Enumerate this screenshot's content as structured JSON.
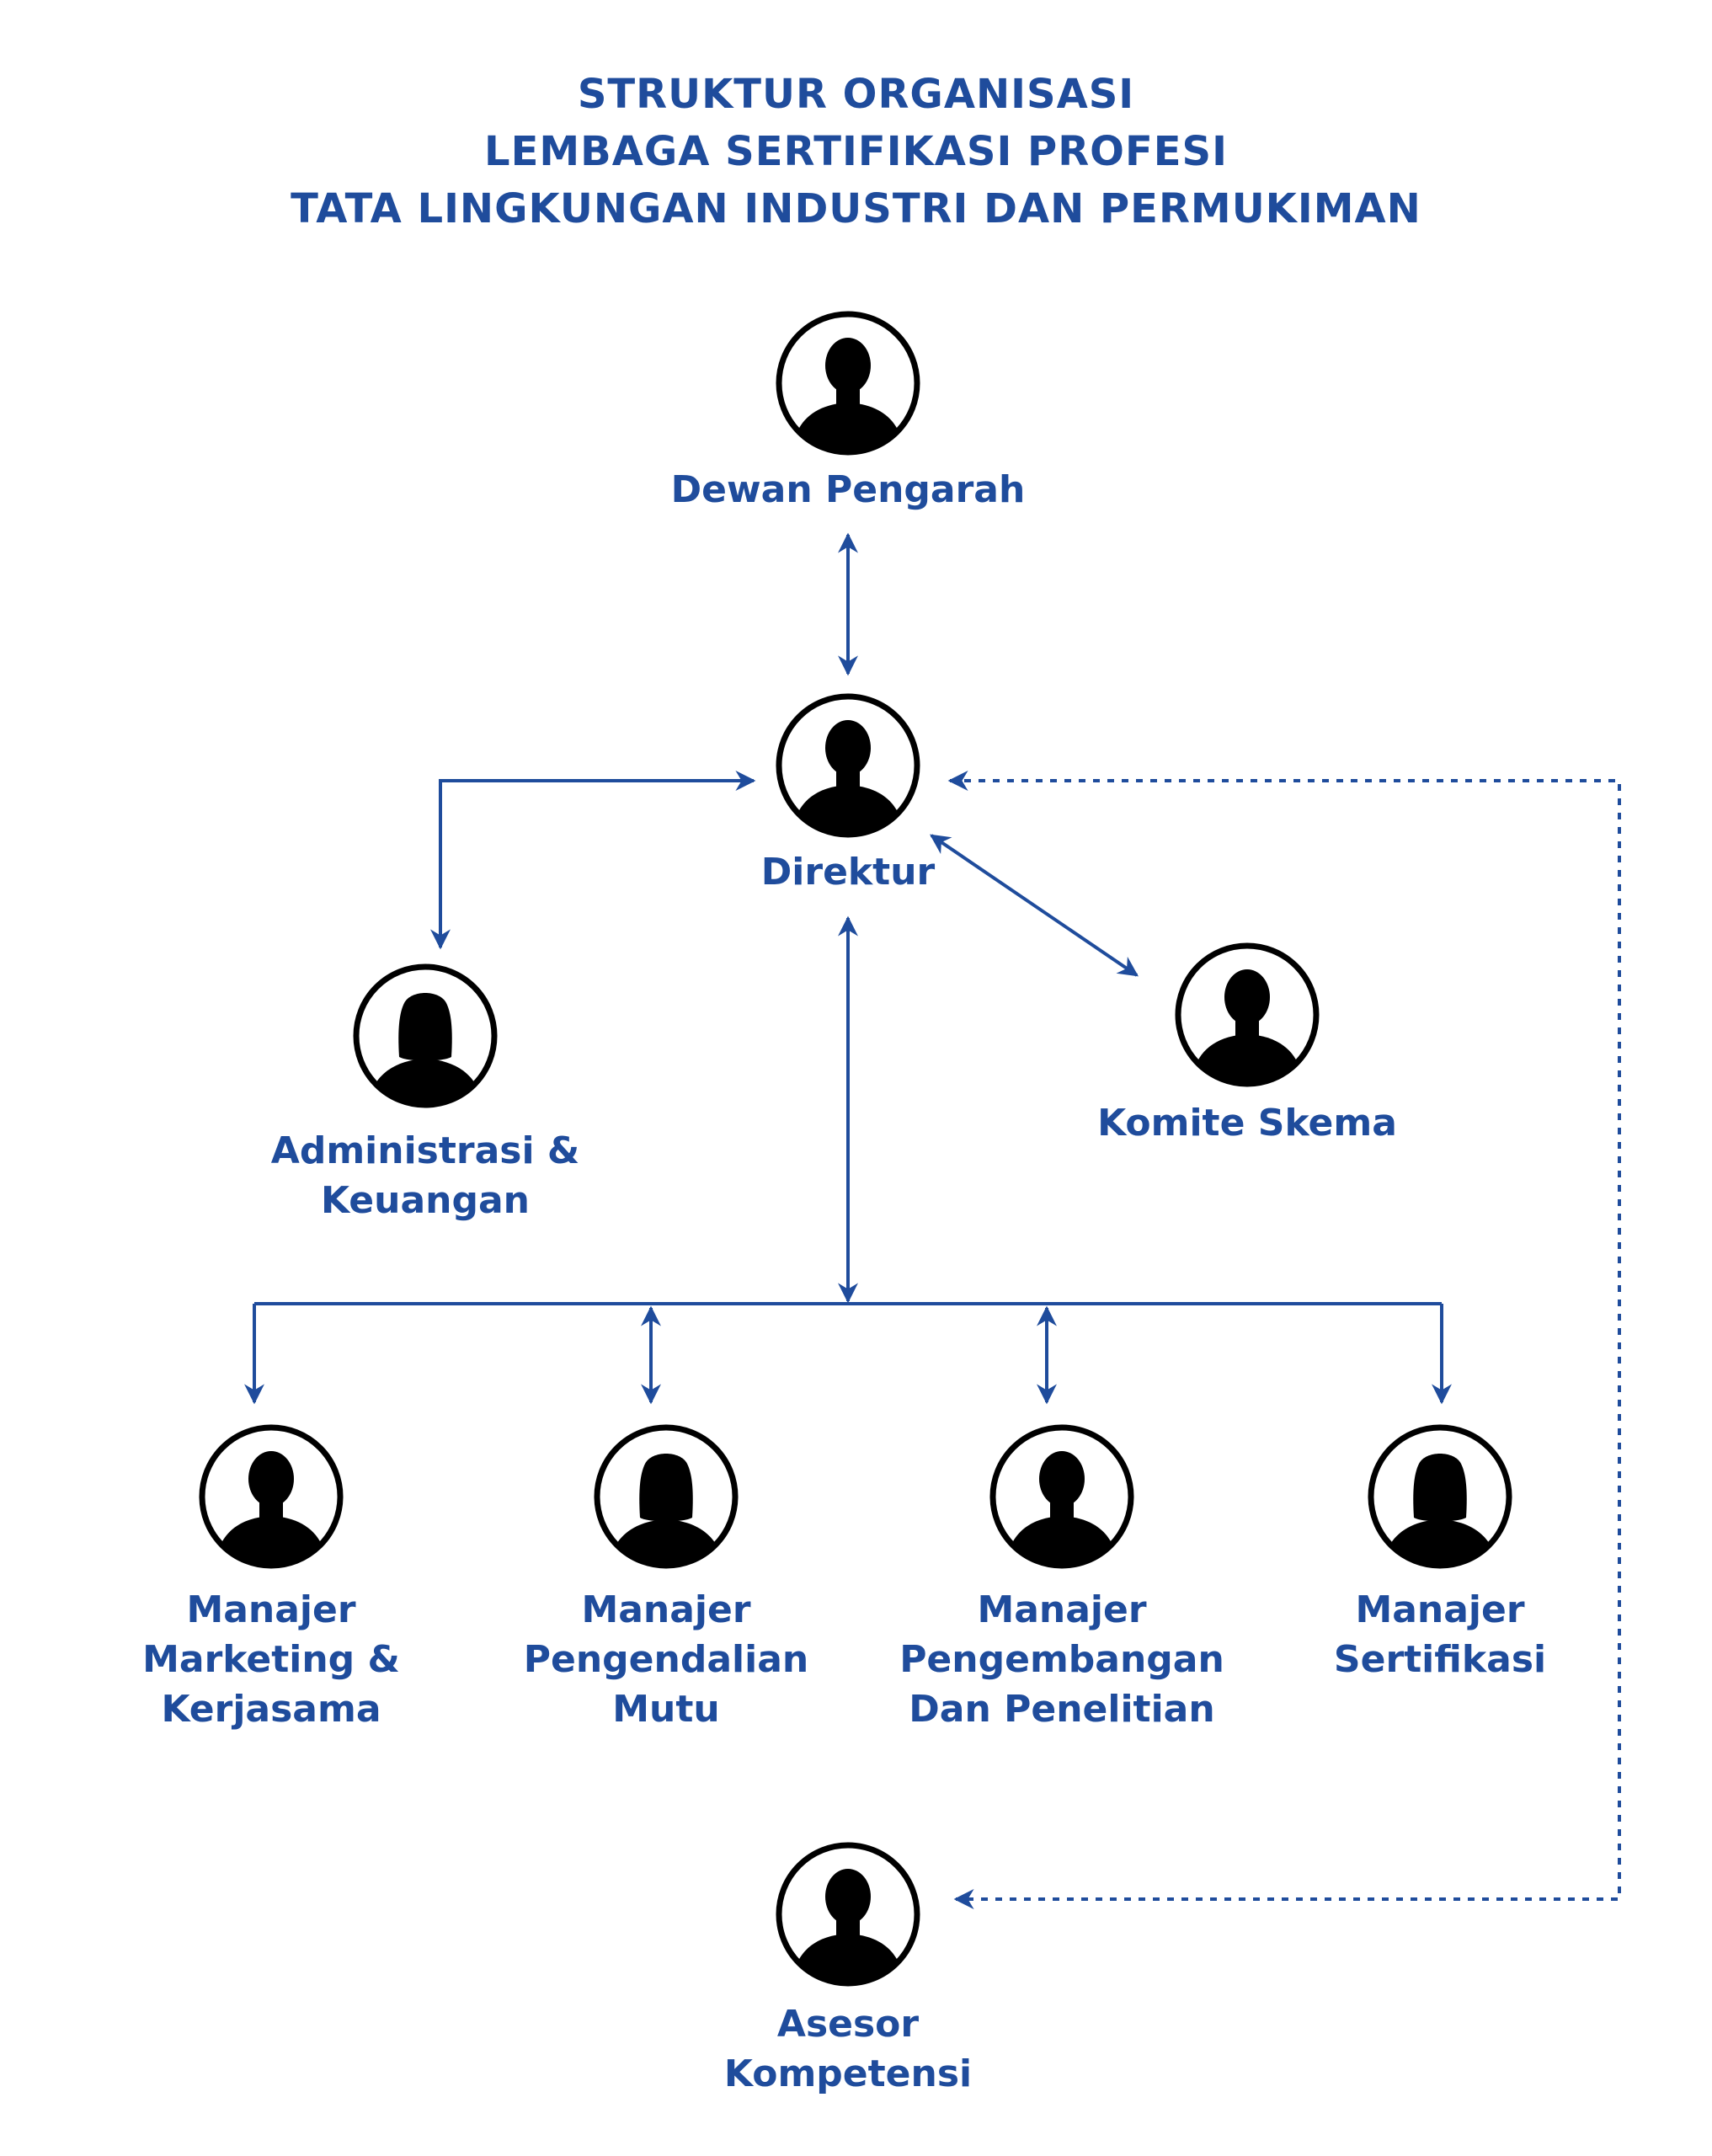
{
  "title": {
    "line1": "STRUKTUR ORGANISASI",
    "line2": "LEMBAGA SERTIFIKASI PROFESI",
    "line3": "TATA LINGKUNGAN INDUSTRI DAN PERMUKIMAN"
  },
  "colors": {
    "primary": "#1f4c9c",
    "silhouette": "#000000"
  },
  "nodes": {
    "dewan_pengarah": {
      "lines": [
        "Dewan Pengarah"
      ],
      "icon": "male-person-icon"
    },
    "direktur": {
      "lines": [
        "Direktur"
      ],
      "icon": "male-person-icon"
    },
    "administrasi": {
      "lines": [
        "Administrasi &",
        "Keuangan"
      ],
      "icon": "female-person-icon"
    },
    "komite_skema": {
      "lines": [
        "Komite Skema"
      ],
      "icon": "male-person-icon"
    },
    "manajer_marketing": {
      "lines": [
        "Manajer",
        "Marketing &",
        "Kerjasama"
      ],
      "icon": "male-person-icon"
    },
    "manajer_mutu": {
      "lines": [
        "Manajer",
        "Pengendalian",
        "Mutu"
      ],
      "icon": "female-person-icon"
    },
    "manajer_pengembangan": {
      "lines": [
        "Manajer",
        "Pengembangan",
        "Dan Penelitian"
      ],
      "icon": "male-person-icon"
    },
    "manajer_sertifikasi": {
      "lines": [
        "Manajer",
        "Sertifikasi"
      ],
      "icon": "female-person-icon"
    },
    "asesor": {
      "lines": [
        "Asesor",
        "Kompetensi"
      ],
      "icon": "male-person-icon"
    }
  }
}
